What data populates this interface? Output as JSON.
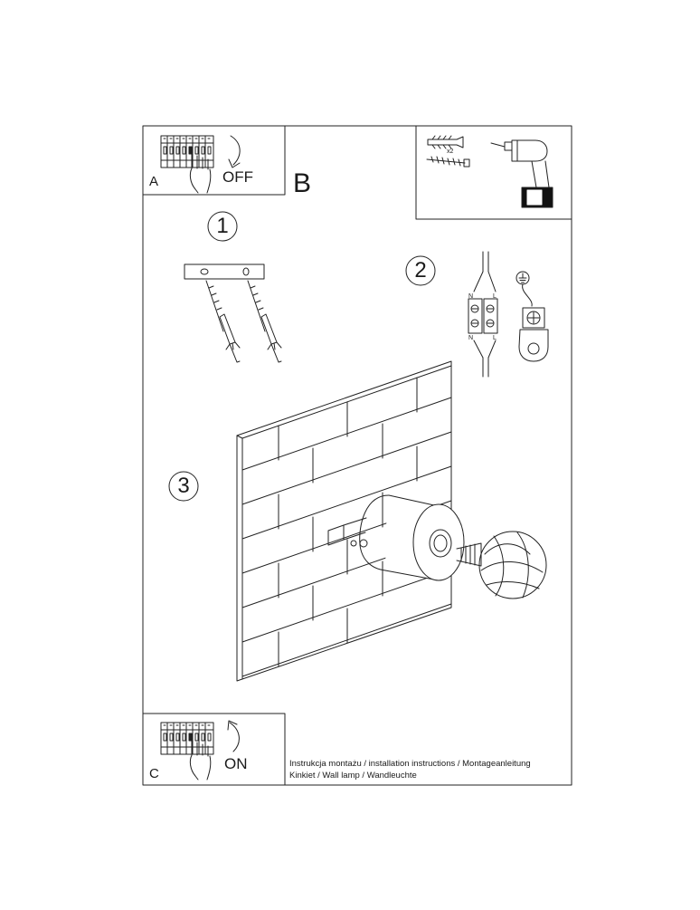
{
  "panel_a": {
    "letter": "A",
    "switch_state": "OFF"
  },
  "panel_b": {
    "letter": "B"
  },
  "panel_c": {
    "letter": "C",
    "switch_state": "ON"
  },
  "tools": {
    "anchor_count": "x2",
    "icons": [
      "wall-plug-icon",
      "screw-icon",
      "drill-icon"
    ]
  },
  "steps": [
    "1",
    "2",
    "3"
  ],
  "wiring": {
    "top_terminal_labels": [
      "N",
      "L"
    ],
    "bottom_terminal_labels": [
      "N",
      "L"
    ],
    "icons": [
      "terminal-block-icon",
      "ground-symbol-icon",
      "earth-terminal-icon"
    ]
  },
  "caption": {
    "line1": "Instrukcja montażu / installation instructions / Montageanleitung",
    "line2": "Kinkiet / Wall lamp / Wandleuchte"
  }
}
